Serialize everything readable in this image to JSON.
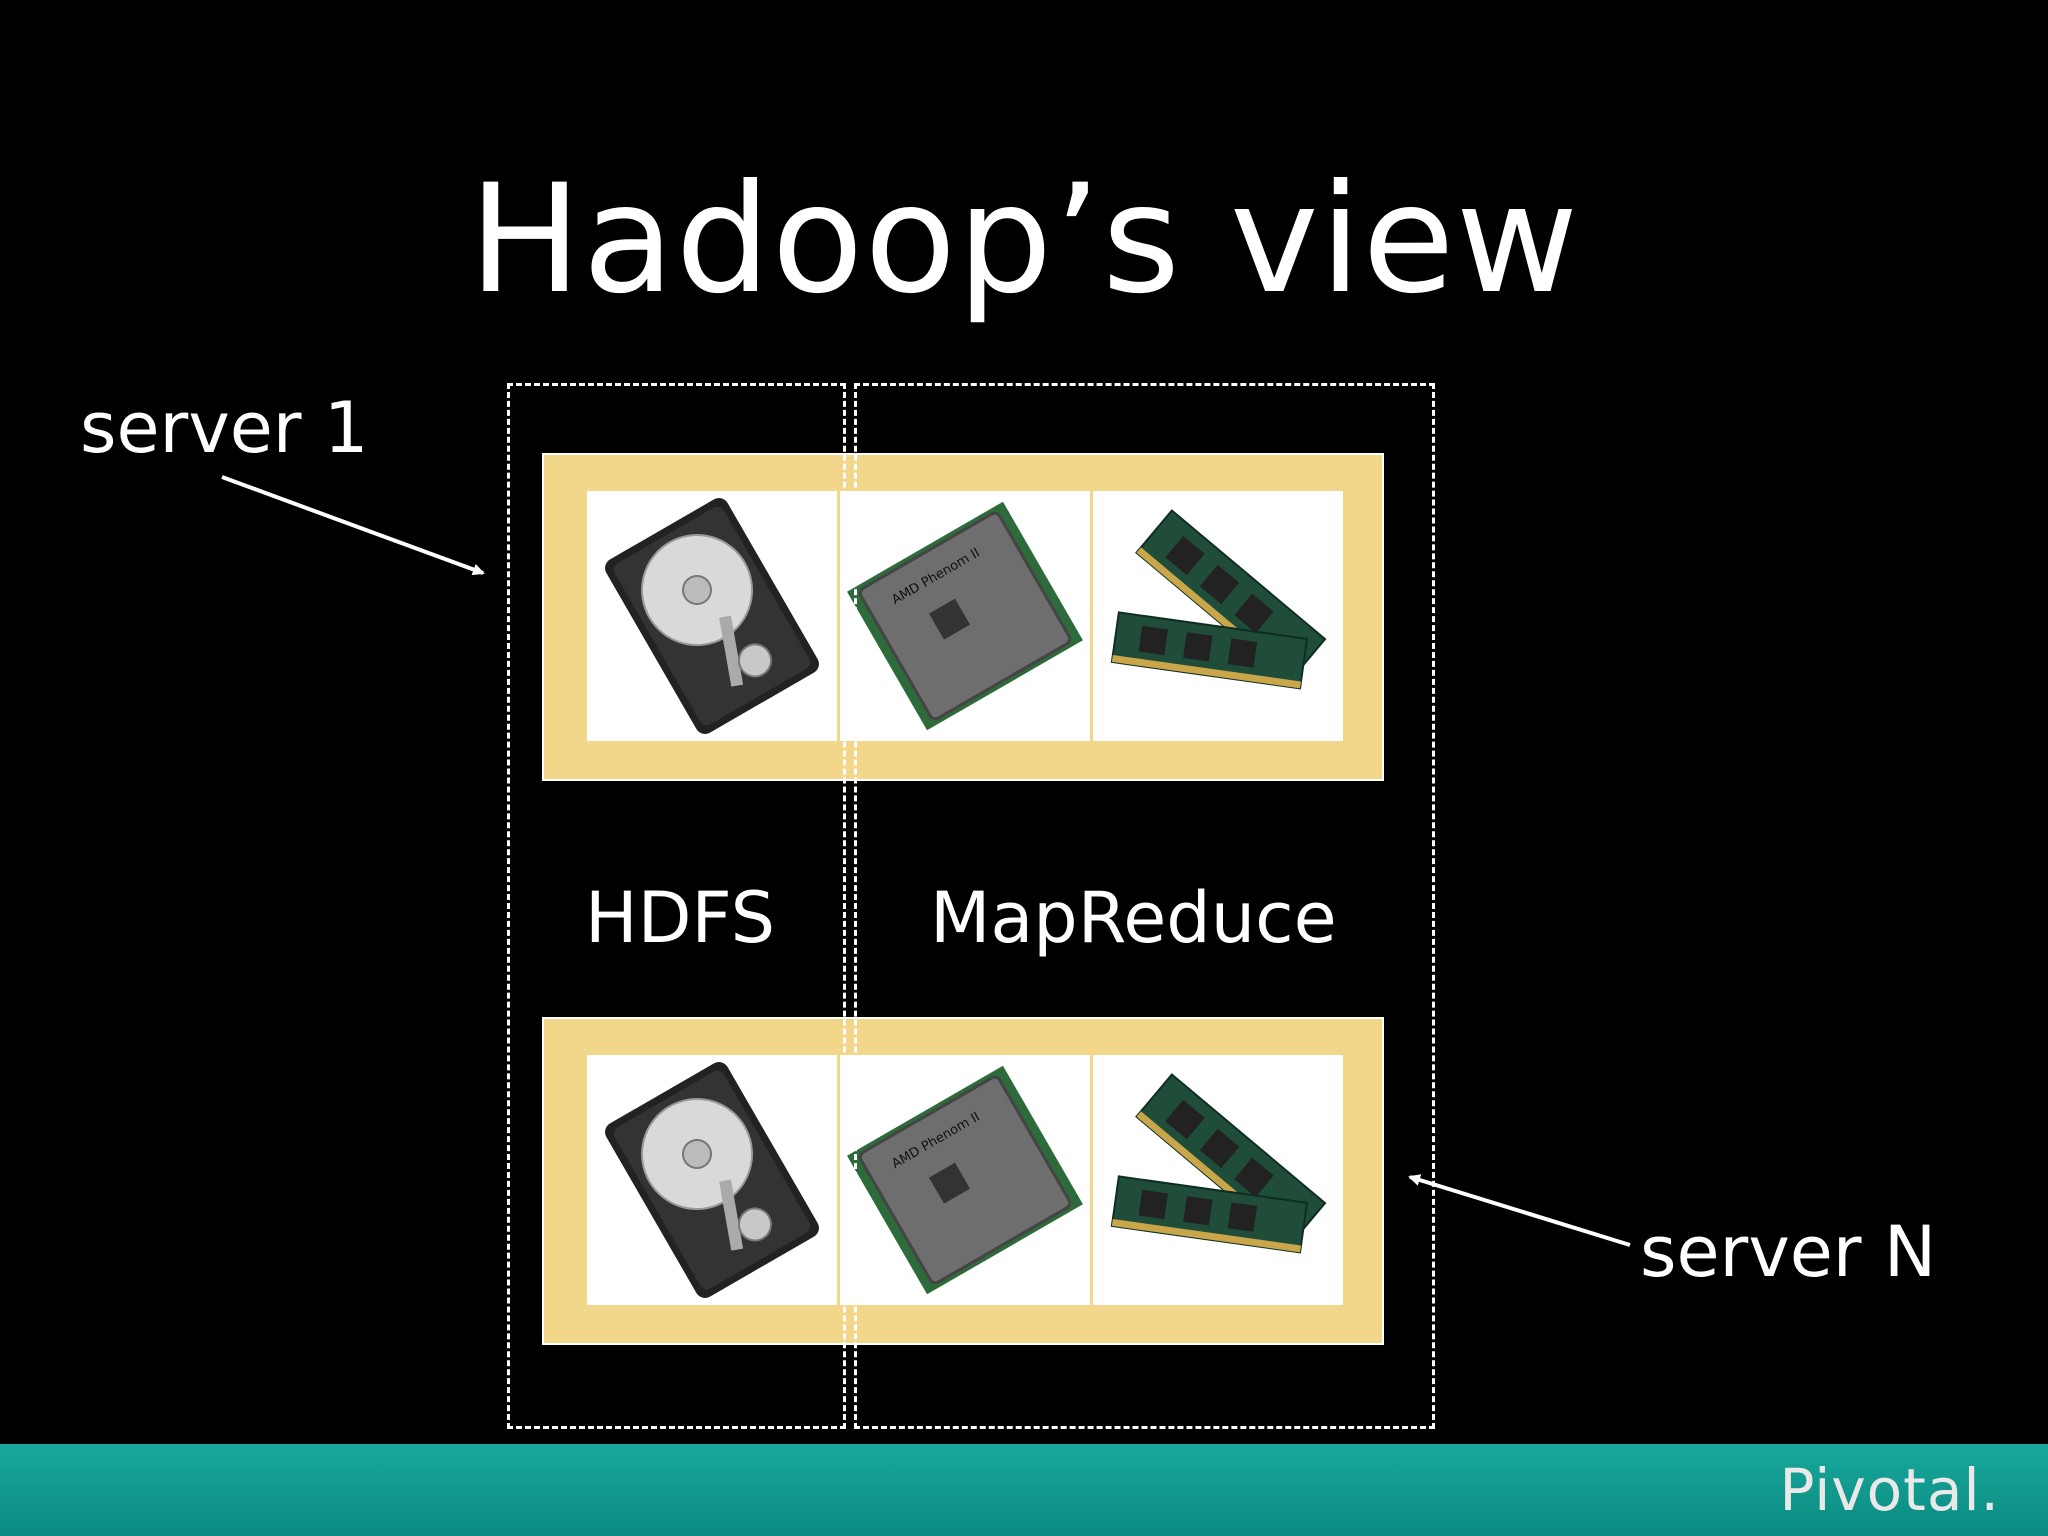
{
  "title": "Hadoop’s view",
  "labels": {
    "server_first": "server 1",
    "server_last": "server N",
    "storage_layer": "HDFS",
    "compute_layer": "MapReduce"
  },
  "components": [
    {
      "icon": "hard-drive-icon"
    },
    {
      "icon": "cpu-processor-icon",
      "chip_text": "AMD Phenom II"
    },
    {
      "icon": "memory-module-icon"
    }
  ],
  "footer": {
    "logo": "Pivotal."
  },
  "colors": {
    "background": "#000000",
    "server_panel": "#f2d68a",
    "footer": "#12998f",
    "text": "#ffffff"
  }
}
